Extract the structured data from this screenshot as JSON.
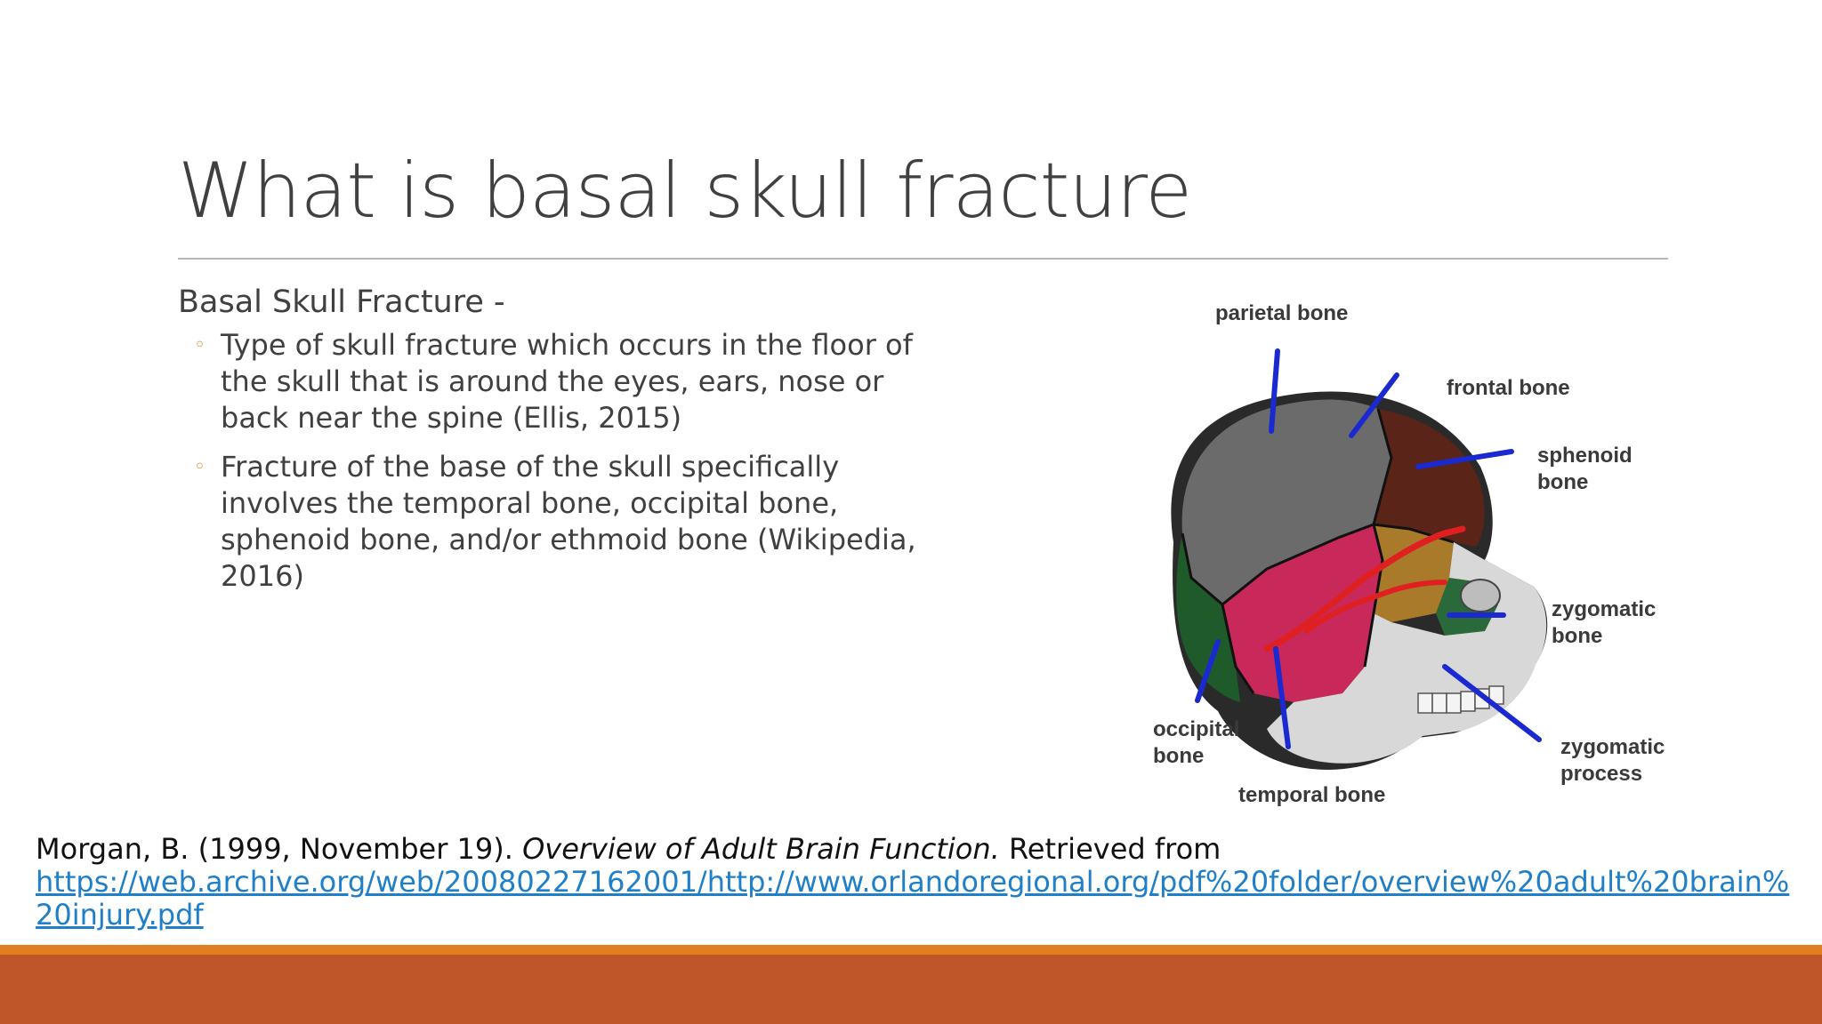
{
  "slide": {
    "title": "What is basal skull fracture",
    "body": {
      "heading": "Basal Skull Fracture -",
      "bullets": [
        "Type of skull fracture which occurs in the floor of the skull that is around the eyes, ears, nose or back near the spine (Ellis, 2015)",
        "Fracture of the base of the skull specifically involves the temporal bone, occipital bone, sphenoid bone, and/or ethmoid bone (Wikipedia, 2016)"
      ]
    },
    "diagram": {
      "labels": {
        "parietal": "parietal bone",
        "frontal": "frontal bone",
        "sphenoid_1": "sphenoid",
        "sphenoid_2": "bone",
        "zygomatic_bone_1": "zygomatic",
        "zygomatic_bone_2": "bone",
        "occipital_1": "occipital",
        "occipital_2": "bone",
        "temporal": "temporal bone",
        "zygomatic_process_1": "zygomatic",
        "zygomatic_process_2": "process"
      },
      "colors": {
        "parietal": "#6b6b6b",
        "frontal": "#5a2418",
        "temporal": "#c8285a",
        "occipital": "#1f5a2a",
        "sphenoid": "#a87a2a",
        "zygomatic": "#2a6a3a",
        "face": "#d8d8d8",
        "pointer": "#1a2ad0",
        "fracture": "#e02020"
      }
    },
    "reference": {
      "text_before": "Morgan, B. (1999, November 19). ",
      "italic": "Overview of Adult Brain Function.",
      "text_after": " Retrieved from",
      "url": "https://web.archive.org/web/20080227162001/http://www.orlandoregional.org/pdf%20folder/overview%20adult%20brain%20injury.pdf"
    },
    "theme": {
      "accent_orange": "#e07f20",
      "accent_rust": "#bf5629",
      "link": "#1f7fc9"
    }
  }
}
